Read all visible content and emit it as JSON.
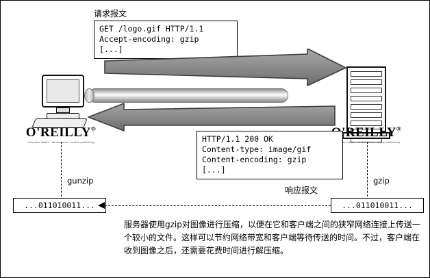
{
  "diagram": {
    "request_label": "请求报文",
    "response_label": "响应报文",
    "request_message": "GET /logo.gif HTTP/1.1\nAccept-encoding: gzip\n[...]",
    "response_message": "HTTP/1.1 200 OK\nContent-type: image/gif\nContent-encoding: gzip\n[...]",
    "client_logo": {
      "word": "O'REILLY",
      "trademark": "®",
      "tagline": "computer books · conferences · online publishing"
    },
    "server_logo": {
      "word": "O'REILLY",
      "trademark": "®",
      "tagline": "computer books · conferences · online publishing"
    },
    "gunzip_label": "gunzip",
    "gzip_label": "gzip",
    "client_bits": "...011010011...",
    "server_bits": "...011010011...",
    "caption": "服务器使用gzip对图像进行压缩，以便在它和客户端之间的狭窄网络连接上传送一个较小的文件。这样可以节约网络带宽和客户端等待传送的时间。不过，客户端在收到图像之后，还需要花费时间进行解压缩。",
    "colors": {
      "arrow_fill": "#8c8c8c",
      "arrow_stroke": "#3a3a3a",
      "border": "#000000",
      "background": "#ffffff"
    }
  }
}
